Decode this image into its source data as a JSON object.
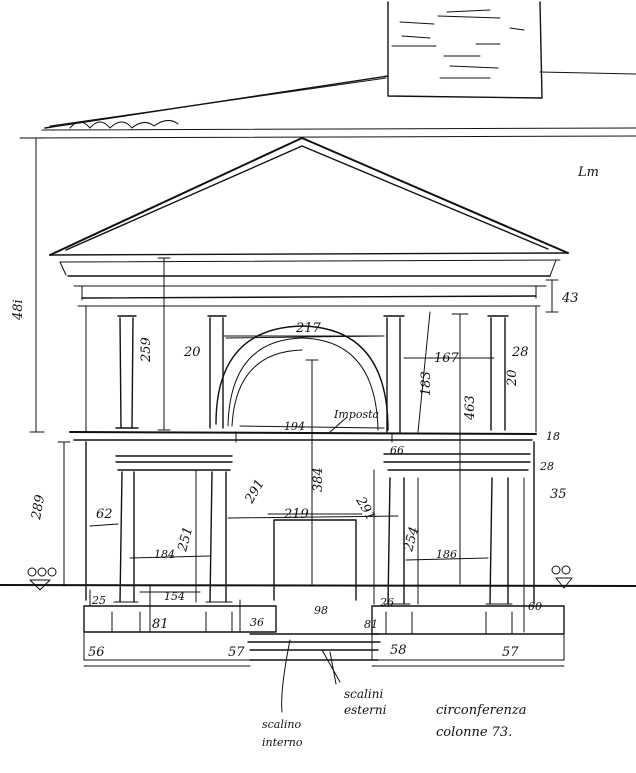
{
  "drawing": {
    "dims": {
      "total_height": "48i",
      "lower_height": "289",
      "cornice": "43",
      "upper_column_height": "259",
      "upper_base_left": "20",
      "arch_span": "217",
      "upper_bay": "167",
      "upper_col_small": "28",
      "upper_col_r": "20",
      "upper_col_height_r": "183",
      "total_height_r": "463",
      "impost_label": "Imposta",
      "impost_span": "194",
      "arch_height": "384",
      "belt_18": "18",
      "belt_66": "66",
      "belt_28": "28",
      "cap_35": "35",
      "opening_219": "219",
      "lower_left_291": "291",
      "lower_right_291": "291",
      "lower_left_62": "62",
      "lower_col_251": "251",
      "lower_col_254": "254",
      "lower_bay_left": "184",
      "lower_bay_right": "186",
      "plinth_25": "25",
      "plinth_154": "154",
      "plinth_81_left": "81",
      "plinth_36": "36",
      "door_98": "98",
      "plinth_26": "26",
      "plinth_81_right": "81",
      "plinth_60": "60",
      "base_56": "56",
      "base_57_left": "57",
      "base_58": "58",
      "base_57_right": "57",
      "side_mark": "Lm"
    },
    "notes": {
      "steps_outer": "scalini\nesterni",
      "steps_inner": "scalino\ninterno",
      "circumference": "circonferenza\ncolonne 73."
    },
    "symbols": {
      "ground_left": "ground-level",
      "ground_right": "ground-level"
    }
  }
}
